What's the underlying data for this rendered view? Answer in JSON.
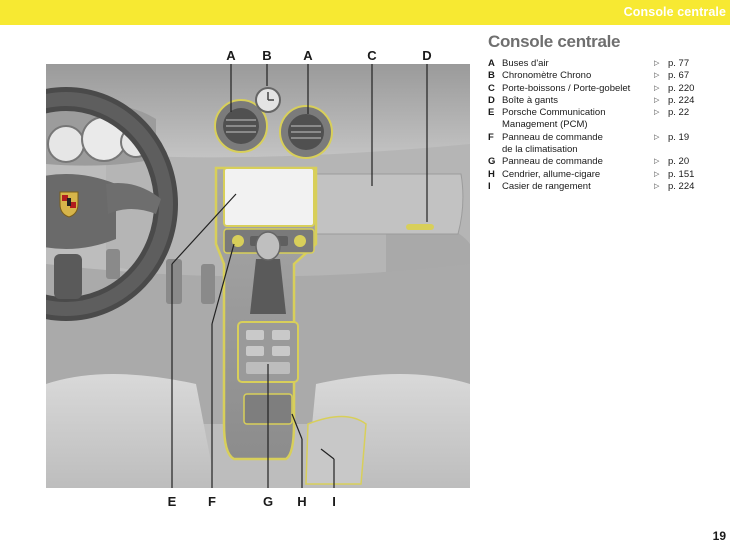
{
  "header": {
    "title": "Console centrale"
  },
  "section": {
    "title": "Console centrale"
  },
  "legend": [
    {
      "letter": "A",
      "text": "Buses d'air",
      "page": "p. 77"
    },
    {
      "letter": "B",
      "text": "Chronomètre Chrono",
      "page": "p. 67"
    },
    {
      "letter": "C",
      "text": "Porte-boissons / Porte-gobelet",
      "page": "p. 220"
    },
    {
      "letter": "D",
      "text": "Boîte à gants",
      "page": "p. 224"
    },
    {
      "letter": "E",
      "text": "Porsche Communication Management (PCM)",
      "page": "p. 22"
    },
    {
      "letter": "F",
      "text": "Panneau de commande de la climatisation",
      "page": "p. 19"
    },
    {
      "letter": "G",
      "text": "Panneau de commande",
      "page": "p. 20"
    },
    {
      "letter": "H",
      "text": "Cendrier, allume-cigare",
      "page": "p. 151"
    },
    {
      "letter": "I",
      "text": "Casier de rangement",
      "page": "p. 224"
    }
  ],
  "legend_arrow": "▷",
  "callouts_top": [
    "A",
    "B",
    "A",
    "C",
    "D"
  ],
  "callouts_bottom": [
    "E",
    "F",
    "G",
    "H",
    "I"
  ],
  "page_number": "19",
  "colors": {
    "header": "#f7e932",
    "highlight": "#d8cf5a",
    "interior": "#bdbdbd"
  }
}
